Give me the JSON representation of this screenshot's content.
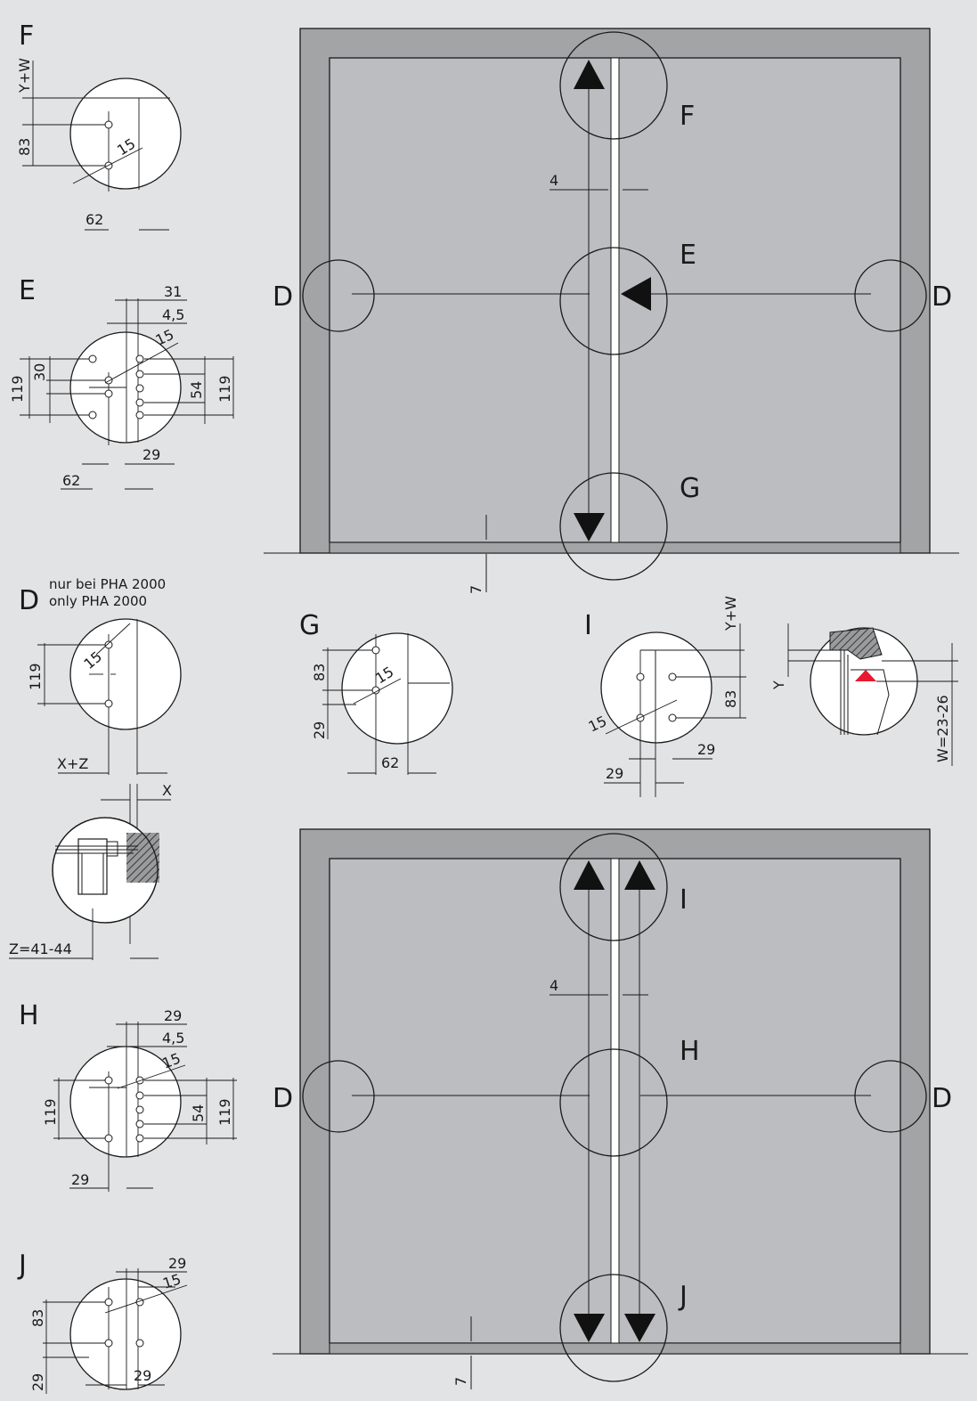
{
  "labels": {
    "F": "F",
    "E": "E",
    "D": "D",
    "G": "G",
    "I": "I",
    "H": "H",
    "J": "J"
  },
  "note": {
    "de": "nur bei PHA 2000",
    "en": "only PHA 2000"
  },
  "dims": {
    "yw": "Y+W",
    "y": "Y",
    "w": "W=23-26",
    "v83": "83",
    "v15": "15",
    "v62": "62",
    "v31": "31",
    "v45": "4,5",
    "v119": "119",
    "v30": "30",
    "v54": "54",
    "v29": "29",
    "v4": "4",
    "v7": "7",
    "xz": "X+Z",
    "x": "X",
    "z": "Z=41-44"
  },
  "colors": {
    "background": "#e2e3e4",
    "frame": "#a3a4a6",
    "door": "#bcbdc0",
    "marker": "#e8192c"
  }
}
